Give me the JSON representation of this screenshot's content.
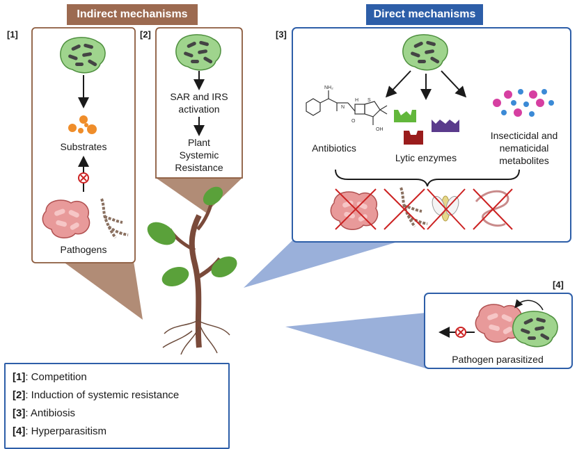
{
  "headers": {
    "indirect": "Indirect mechanisms",
    "direct": "Direct mechanisms"
  },
  "tags": {
    "t1": "[1]",
    "t2": "[2]",
    "t3": "[3]",
    "t4": "[4]"
  },
  "panel1": {
    "substrates": "Substrates",
    "pathogens": "Pathogens"
  },
  "panel2": {
    "line1": "SAR and IRS",
    "line2": "activation",
    "line3": "Plant",
    "line4": "Systemic",
    "line5": "Resistance"
  },
  "panel3": {
    "antibiotics": "Antibiotics",
    "lytic": "Lytic enzymes",
    "insect1": "Insecticidal and",
    "insect2": "nematicidal",
    "insect3": "metabolites",
    "chem_nh2": "NH₂",
    "chem_h": "H",
    "chem_s": "S",
    "chem_n": "N",
    "chem_o": "O",
    "chem_oh": "OH"
  },
  "panel4": {
    "label": "Pathogen parasitized"
  },
  "legend": [
    {
      "key": "[1]",
      "text": ": Competition"
    },
    {
      "key": "[2]",
      "text": ": Induction of systemic resistance"
    },
    {
      "key": "[3]",
      "text": ": Antibiosis"
    },
    {
      "key": "[4]",
      "text": ": Hyperparasitism"
    }
  ],
  "colors": {
    "indirect": "#9c6a50",
    "direct": "#2d5ea8",
    "bacteria": "#9fd48d",
    "pathogen": "#e89a9a",
    "orange": "#ef8d2a",
    "cross": "#cc2222",
    "beam_brown": "#a98067",
    "beam_blue": "#8fa7d6"
  }
}
